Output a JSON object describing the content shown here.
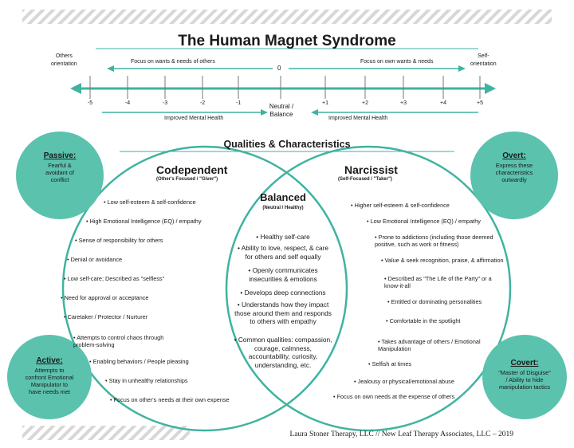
{
  "colors": {
    "teal": "#3fb3a0",
    "bubble_fill": "#5bc2ae",
    "stripe": "#c9c9c9"
  },
  "title": "The Human Magnet Syndrome",
  "scale": {
    "left_label": "Others\norientation",
    "right_label": "Self-\norientation",
    "top_left_arrow": "Focus on wants & needs of others",
    "top_right_arrow": "Focus on own wants & needs",
    "zero": "0",
    "neg_ticks": [
      "-5",
      "-4",
      "-3",
      "-2",
      "-1"
    ],
    "pos_ticks": [
      "+1",
      "+2",
      "+3",
      "+4",
      "+5"
    ],
    "center_label": "Neutral /\nBalance",
    "bottom_left_arrow": "Improved Mental Health",
    "bottom_right_arrow": "Improved Mental Health"
  },
  "qualities_heading": "Qualities & Characteristics",
  "codependent": {
    "title": "Codependent",
    "subtitle": "(Other's Focused / \"Giver\")",
    "items": [
      "Low self-esteem & self-confidence",
      "High Emotional Intelligence (EQ) / empathy",
      "Sense of responsibility for others",
      "Denial or avoidance",
      "Low self-care; Described as \"selfless\"",
      "Need for approval or acceptance",
      "Caretaker / Protector / Nurturer",
      "Attempts to control chaos through\nproblem-solving",
      "Enabling behaviors / People pleasing",
      "Stay in unhealthy relationships",
      "Focus on other's needs at their own expense"
    ]
  },
  "balanced": {
    "title": "Balanced",
    "subtitle": "(Neutral / Healthy)",
    "items": [
      "Healthy self-care",
      "Ability to love, respect, & care\nfor others and self equally",
      "Openly communicates\ninsecurities & emotions",
      "Develops deep connections",
      "Understands how they impact\nthose around them and responds\nto others with empathy",
      "Common qualities: compassion,\ncourage, calmness,\naccountability, curiosity,\nunderstanding, etc."
    ]
  },
  "narcissist": {
    "title": "Narcissist",
    "subtitle": "(Self-Focused / \"Taker\")",
    "items": [
      "Higher self-esteem & self-confidence",
      "Low Emotional Intelligence (EQ) / empathy",
      "Prone to addictions (including those deemed\npositive, such as work or fitness)",
      "Value & seek recognition, praise, & affirmation",
      "Described as \"The Life of the Party\" or a\nknow-it-all",
      "Entitled or dominating personalities",
      "Comfortable in the spotlight",
      "Takes advantage of others / Emotional\nManipulation",
      "Selfish at times",
      "Jealousy or physical/emotional abuse",
      "Focus on own needs at the expense of others"
    ]
  },
  "bubbles": {
    "passive": {
      "heading": "Passive:",
      "body": "Fearful &\navoidant of\nconflict"
    },
    "overt": {
      "heading": "Overt:",
      "body": "Express these\ncharacteristics\noutwardly"
    },
    "active": {
      "heading": "Active:",
      "body": "Attempts to\nconfront Emotional\nManipulator to\nhave needs met"
    },
    "covert": {
      "heading": "Covert:",
      "body": "\"Master of Disguise\"\n/ Ability to hide\nmanipulation tactics"
    }
  },
  "footer": "Laura Stoner Therapy, LLC // New Leaf Therapy Associates, LLC – 2019"
}
